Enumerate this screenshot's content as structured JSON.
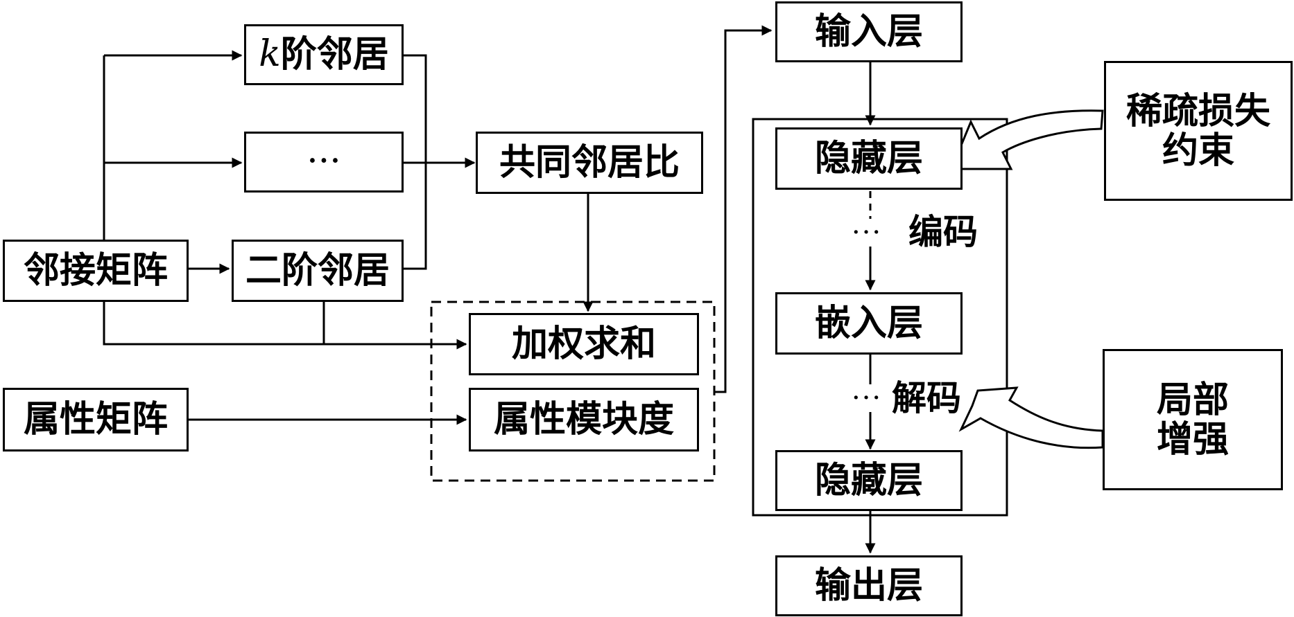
{
  "nodes": {
    "adjacency_matrix": "邻接矩阵",
    "attribute_matrix": "属性矩阵",
    "k_order_prefix": "k",
    "k_order_suffix": "阶邻居",
    "ellipsis_box": "···",
    "second_order": "二阶邻居",
    "common_neighbor_ratio": "共同邻居比",
    "weighted_sum": "加权求和",
    "attribute_modularity": "属性模块度",
    "input_layer": "输入层",
    "hidden_layer_top": "隐藏层",
    "embedding_layer": "嵌入层",
    "hidden_layer_bottom": "隐藏层",
    "output_layer": "输出层",
    "sparse_loss": "稀疏损失\n约束",
    "local_enhance": "局部\n增强"
  },
  "labels": {
    "encode": "编码",
    "decode": "解码",
    "dots": "···"
  }
}
